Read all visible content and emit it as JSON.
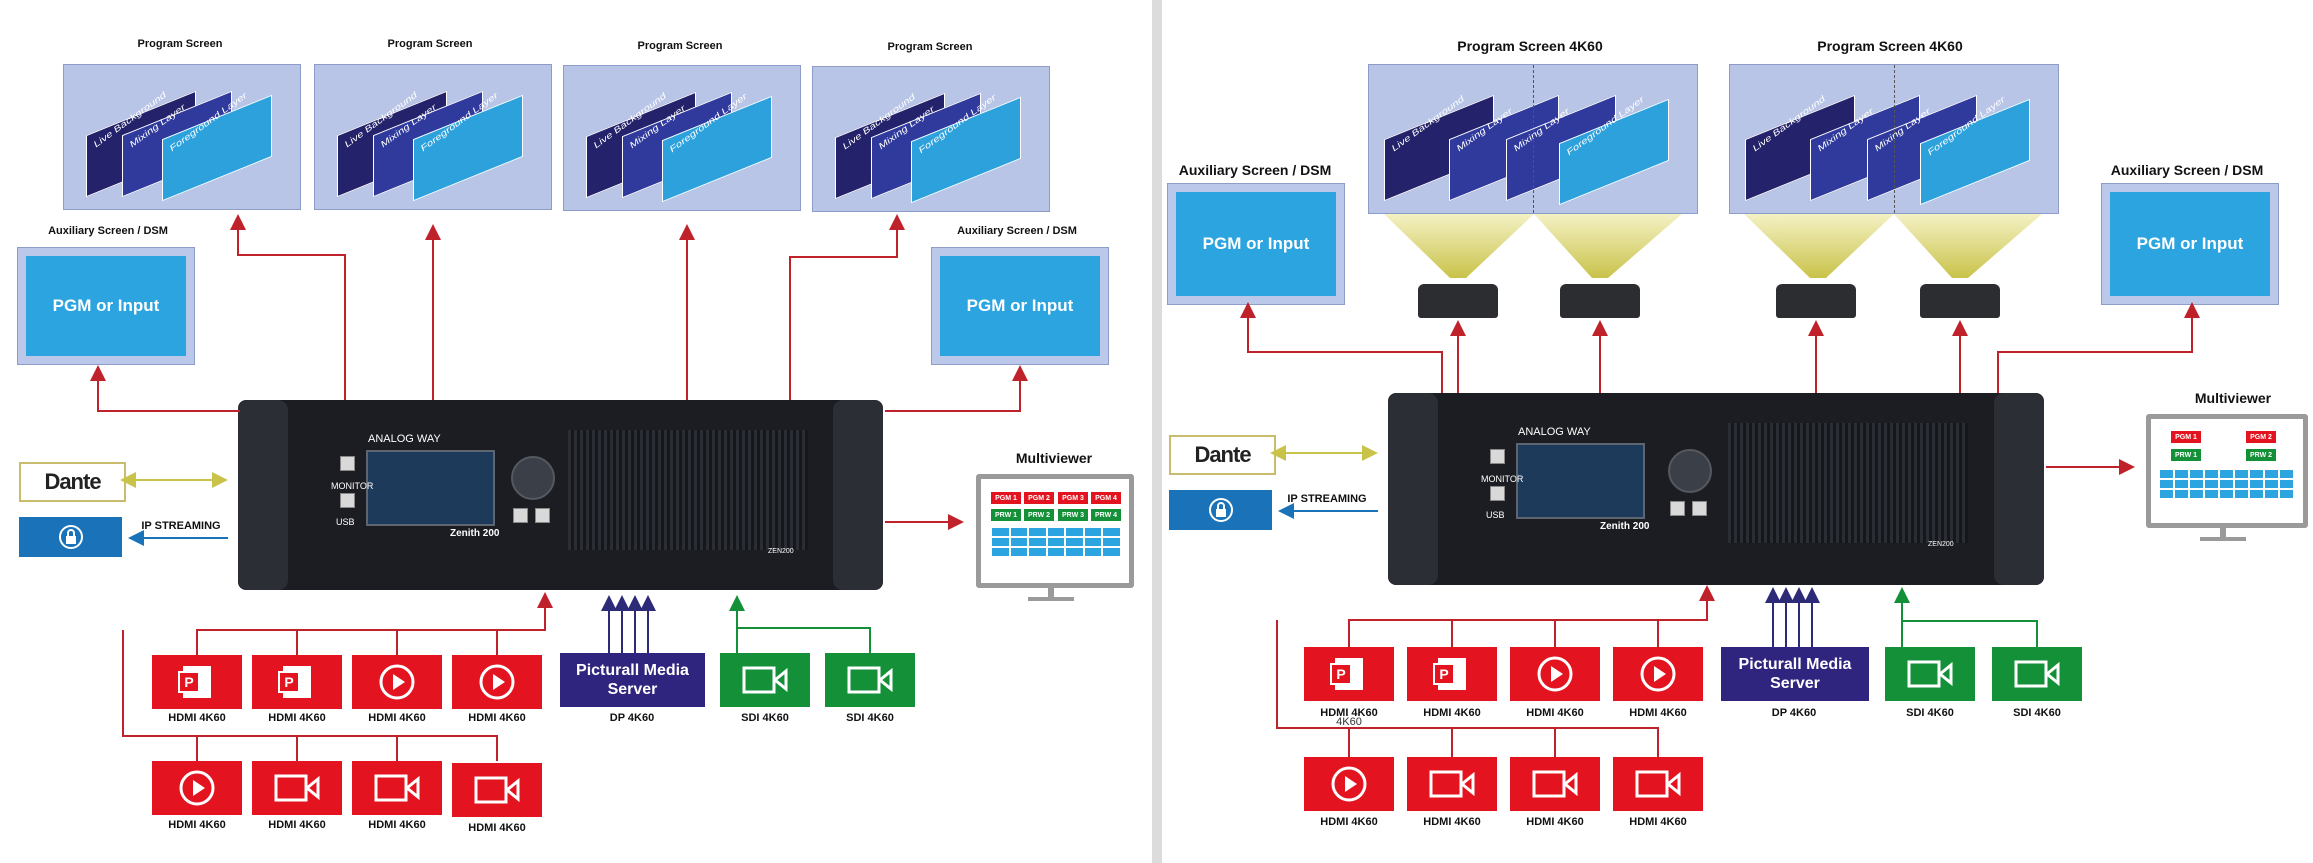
{
  "left": {
    "program_screen_title": "Program Screen",
    "layers": [
      "Live Background",
      "Mixing Layer",
      "Foreground Layer"
    ],
    "aux_title": "Auxiliary Screen / DSM",
    "aux_text": "PGM or Input",
    "device_brand": "ANALOG WAY",
    "device_model": "Zenith 200",
    "device_model_small": "ZEN200",
    "device_monitor": "MONITOR",
    "device_usb": "USB",
    "dante": "Dante",
    "ip_streaming": "IP STREAMING",
    "multiviewer_title": "Multiviewer",
    "mv_tags_red": [
      "PGM 1",
      "PGM 2",
      "PGM 3",
      "PGM 4"
    ],
    "mv_tags_green": [
      "PRW 1",
      "PRW 2",
      "PRW 3",
      "PRW 4"
    ],
    "media_server": "Picturall Media Server",
    "inputs_row1": [
      "HDMI 4K60",
      "HDMI 4K60",
      "HDMI 4K60",
      "HDMI 4K60"
    ],
    "inputs_row2": [
      "HDMI 4K60",
      "HDMI 4K60",
      "HDMI 4K60",
      "HDMI 4K60"
    ],
    "dp_label": "DP 4K60",
    "sdi_labels": [
      "SDI 4K60",
      "SDI 4K60"
    ]
  },
  "right": {
    "program_screen_title": "Program Screen 4K60",
    "layers": [
      "Live Background",
      "Mixing Layer",
      "Mixing Layer",
      "Foreground Layer"
    ],
    "aux_title": "Auxiliary Screen / DSM",
    "aux_text": "PGM or Input",
    "device_brand": "ANALOG WAY",
    "device_model": "Zenith 200",
    "device_model_small": "ZEN200",
    "device_monitor": "MONITOR",
    "device_usb": "USB",
    "dante": "Dante",
    "ip_streaming": "IP STREAMING",
    "multiviewer_title": "Multiviewer",
    "mv_tags_red": [
      "PGM 1",
      "PGM 2"
    ],
    "mv_tags_green": [
      "PRW 1",
      "PRW 2"
    ],
    "media_server": "Picturall Media Server",
    "inputs_row1": [
      "HDMI 4K60",
      "HDMI 4K60",
      "HDMI 4K60",
      "HDMI 4K60"
    ],
    "inputs_row2": [
      "HDMI 4K60",
      "HDMI 4K60",
      "HDMI 4K60",
      "HDMI 4K60"
    ],
    "overlay_text": "4K60",
    "dp_label": "DP 4K60",
    "sdi_labels": [
      "SDI 4K60",
      "SDI 4K60"
    ]
  },
  "colors": {
    "arrow_red": "#c0222b",
    "arrow_purple": "#2d2a78",
    "arrow_green": "#139038",
    "arrow_yellow": "#c9c34a",
    "arrow_blue": "#1a72b8",
    "screen_bg": "#b9c5e7",
    "input_red": "#e3141f",
    "input_green": "#139038",
    "media_purple": "#30257e"
  },
  "icons": [
    "powerpoint-icon",
    "play-icon",
    "camera-icon",
    "network-lock-icon",
    "projector-icon",
    "monitor-icon"
  ]
}
